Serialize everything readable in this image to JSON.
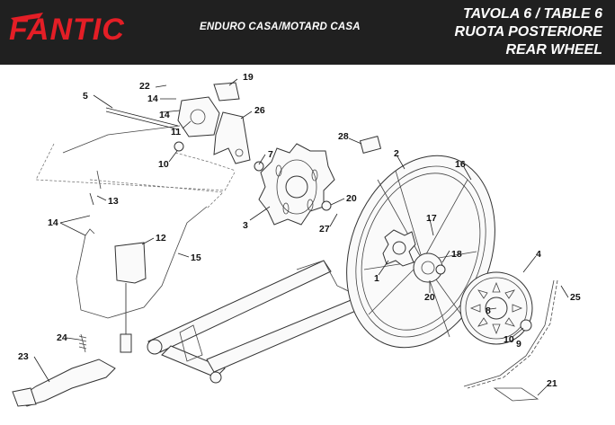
{
  "header": {
    "brand": "FANTIC",
    "model": "ENDURO CASA/MOTARD CASA",
    "table_line": "TAVOLA 6  /  TABLE 6",
    "title_it": "RUOTA POSTERIORE",
    "title_en": "REAR WHEEL"
  },
  "colors": {
    "header_bg": "#202020",
    "brand_red": "#e41e26",
    "header_text": "#ffffff"
  },
  "callouts": [
    "22",
    "14",
    "14",
    "11",
    "10",
    "19",
    "26",
    "5",
    "7",
    "28",
    "2",
    "16",
    "13",
    "14",
    "12",
    "15",
    "3",
    "20",
    "27",
    "17",
    "18",
    "4",
    "1",
    "20",
    "25",
    "8",
    "10",
    "9",
    "24",
    "23",
    "21"
  ]
}
